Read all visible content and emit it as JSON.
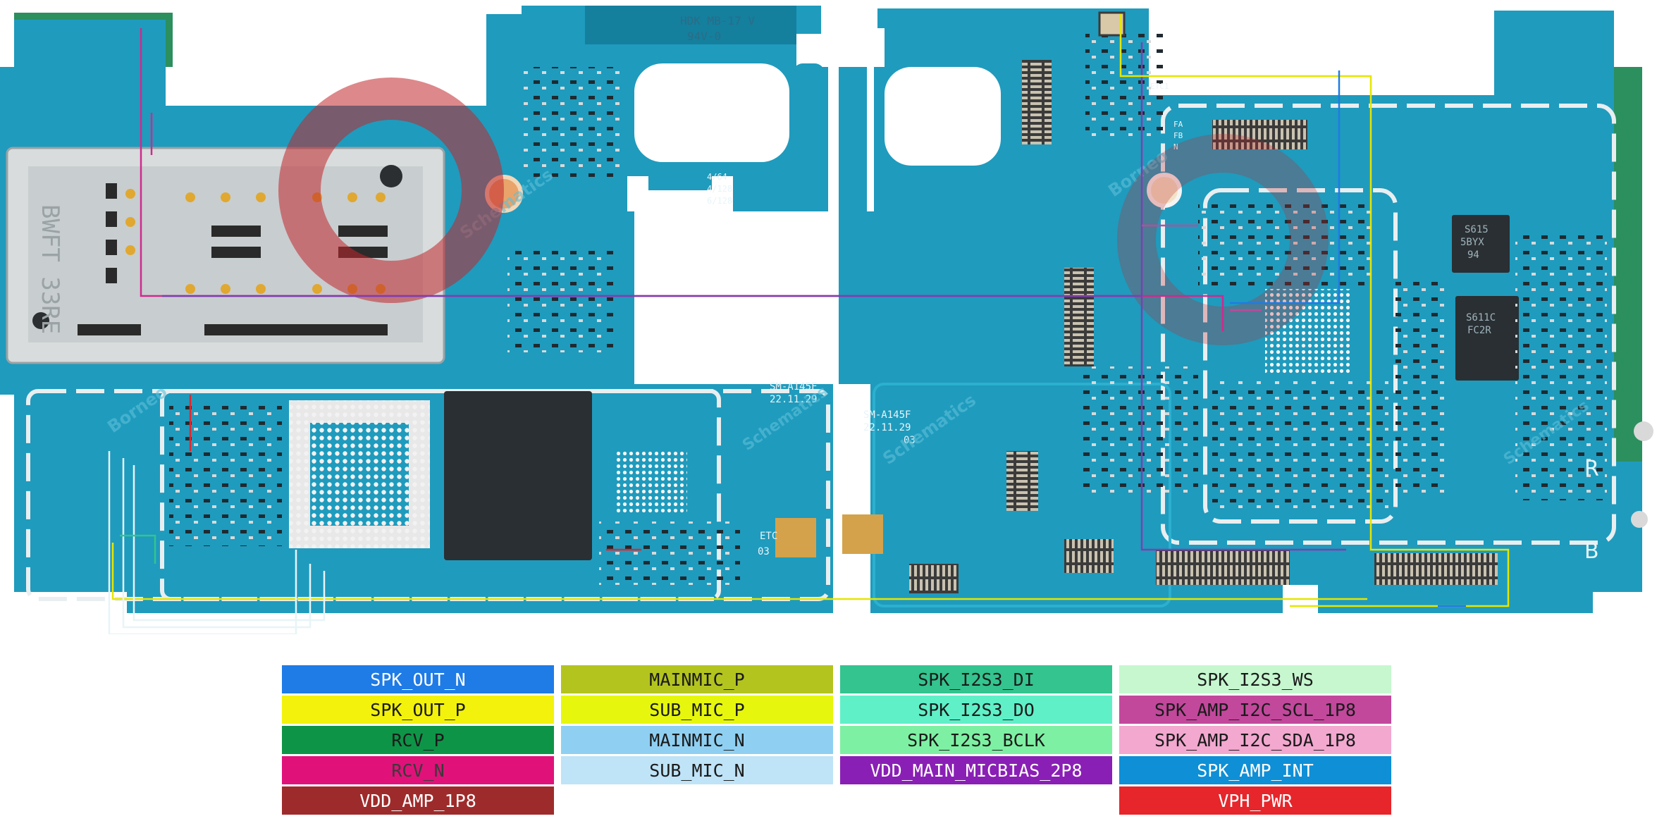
{
  "colors": {
    "board": "#1f9bbd",
    "board_light": "#2bb0d0",
    "board_dark": "#157f9e",
    "green_edge": "#2c8f5e",
    "shield": "#e9eef0",
    "chip": "#2a2f33",
    "watermark": "#c1272d",
    "trace_pink": "#cf2a8d",
    "trace_violet": "#7d3fb0",
    "trace_yellow": "#e6e600",
    "trace_white": "#e8f4f8"
  },
  "board_labels": {
    "left_model": "SM-A145F",
    "left_date": "22.11.29",
    "right_model": "SM-A145F",
    "right_date": "22.11.29",
    "right_rev": "03",
    "etc_left": "ETC",
    "rev_left": "03",
    "mem_1": "4/64",
    "mem_2": "4/128",
    "mem_3": "6/128",
    "top_marking_1": "HDK MB-17 V",
    "top_marking_2": "94V-0",
    "etc_right": "ETC1",
    "fa": "FA",
    "fb": "FB",
    "n": "N",
    "chip_1": "S615",
    "chip_2": "5BYX",
    "chip_3": "94",
    "chip_4": "S611C",
    "chip_5": "FC2R",
    "mark_r": "R",
    "mark_b": "B",
    "sim_text": "BWFT 33RE",
    "watermark_1": "Borneo",
    "watermark_2": "Schematics"
  },
  "legend": [
    {
      "label": "SPK_OUT_N",
      "bg": "#1f7be6",
      "fg": "#ffffff",
      "col": 0,
      "row": 0
    },
    {
      "label": "SPK_OUT_P",
      "bg": "#f2f20d",
      "fg": "#1a1a1a",
      "col": 0,
      "row": 1
    },
    {
      "label": "RCV_P",
      "bg": "#0e9447",
      "fg": "#1a1a1a",
      "col": 0,
      "row": 2
    },
    {
      "label": "RCV_N",
      "bg": "#e0127a",
      "fg": "#3a3a3a",
      "col": 0,
      "row": 3
    },
    {
      "label": "VDD_AMP_1P8",
      "bg": "#9e2b2b",
      "fg": "#ffffff",
      "col": 0,
      "row": 4
    },
    {
      "label": "MAINMIC_P",
      "bg": "#b3c41f",
      "fg": "#1a1a1a",
      "col": 1,
      "row": 0
    },
    {
      "label": "SUB_MIC_P",
      "bg": "#e6f70d",
      "fg": "#1a1a1a",
      "col": 1,
      "row": 1
    },
    {
      "label": "MAINMIC_N",
      "bg": "#8fd0f2",
      "fg": "#1a1a1a",
      "col": 1,
      "row": 2
    },
    {
      "label": "SUB_MIC_N",
      "bg": "#bfe3f7",
      "fg": "#1a1a1a",
      "col": 1,
      "row": 3
    },
    {
      "label": "SPK_I2S3_DI",
      "bg": "#33c48f",
      "fg": "#1a1a1a",
      "col": 2,
      "row": 0
    },
    {
      "label": "SPK_I2S3_DO",
      "bg": "#5ff0c8",
      "fg": "#1a1a1a",
      "col": 2,
      "row": 1
    },
    {
      "label": "SPK_I2S3_BCLK",
      "bg": "#7ef0a3",
      "fg": "#1a1a1a",
      "col": 2,
      "row": 2
    },
    {
      "label": "VDD_MAIN_MICBIAS_2P8",
      "bg": "#8a1fb5",
      "fg": "#ffffff",
      "col": 2,
      "row": 3
    },
    {
      "label": "SPK_I2S3_WS",
      "bg": "#c6f7cf",
      "fg": "#1a1a1a",
      "col": 3,
      "row": 0
    },
    {
      "label": "SPK_AMP_I2C_SCL_1P8",
      "bg": "#c2489c",
      "fg": "#1a1a1a",
      "col": 3,
      "row": 1
    },
    {
      "label": "SPK_AMP_I2C_SDA_1P8",
      "bg": "#f2a8cf",
      "fg": "#1a1a1a",
      "col": 3,
      "row": 2
    },
    {
      "label": "SPK_AMP_INT",
      "bg": "#0f8fd6",
      "fg": "#ffffff",
      "col": 3,
      "row": 3
    },
    {
      "label": "VPH_PWR",
      "bg": "#e6262b",
      "fg": "#ffffff",
      "col": 3,
      "row": 4
    }
  ]
}
